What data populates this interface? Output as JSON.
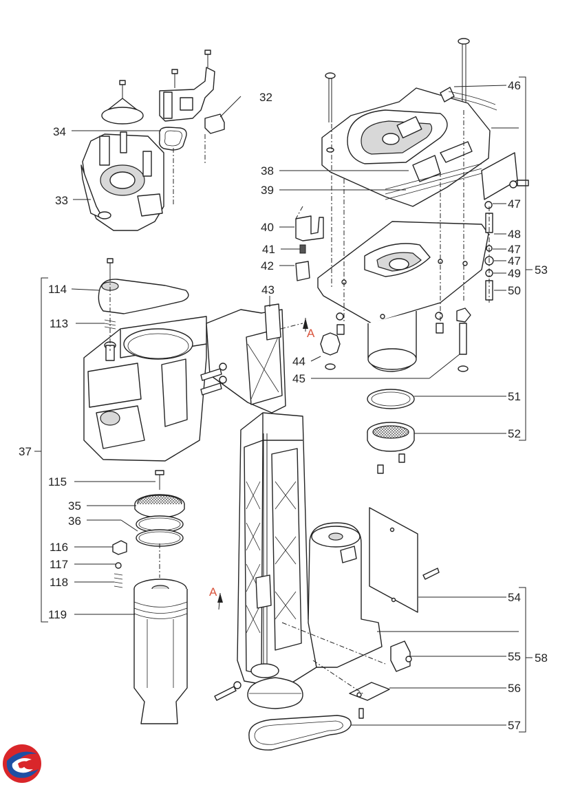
{
  "parts": {
    "p32": "32",
    "p33": "33",
    "p34": "34",
    "p35": "35",
    "p36": "36",
    "p37": "37",
    "p38": "38",
    "p39": "39",
    "p40": "40",
    "p41": "41",
    "p42": "42",
    "p43": "43",
    "p44": "44",
    "p45": "45",
    "p46": "46",
    "p47a": "47",
    "p47b": "47",
    "p47c": "47",
    "p48": "48",
    "p49": "49",
    "p50": "50",
    "p51": "51",
    "p52": "52",
    "p53": "53",
    "p54": "54",
    "p55": "55",
    "p56": "56",
    "p57": "57",
    "p58": "58",
    "p113": "113",
    "p114": "114",
    "p115": "115",
    "p116": "116",
    "p117": "117",
    "p118": "118",
    "p119": "119"
  },
  "section_marks": {
    "a_upper": "A",
    "a_lower": "A"
  },
  "colors": {
    "section_mark": "#d9533b",
    "logo_red": "#d9262a",
    "logo_blue": "#1f4fa3",
    "line": "#222222"
  },
  "logo": {
    "icon": "brand-swirl-logo"
  }
}
